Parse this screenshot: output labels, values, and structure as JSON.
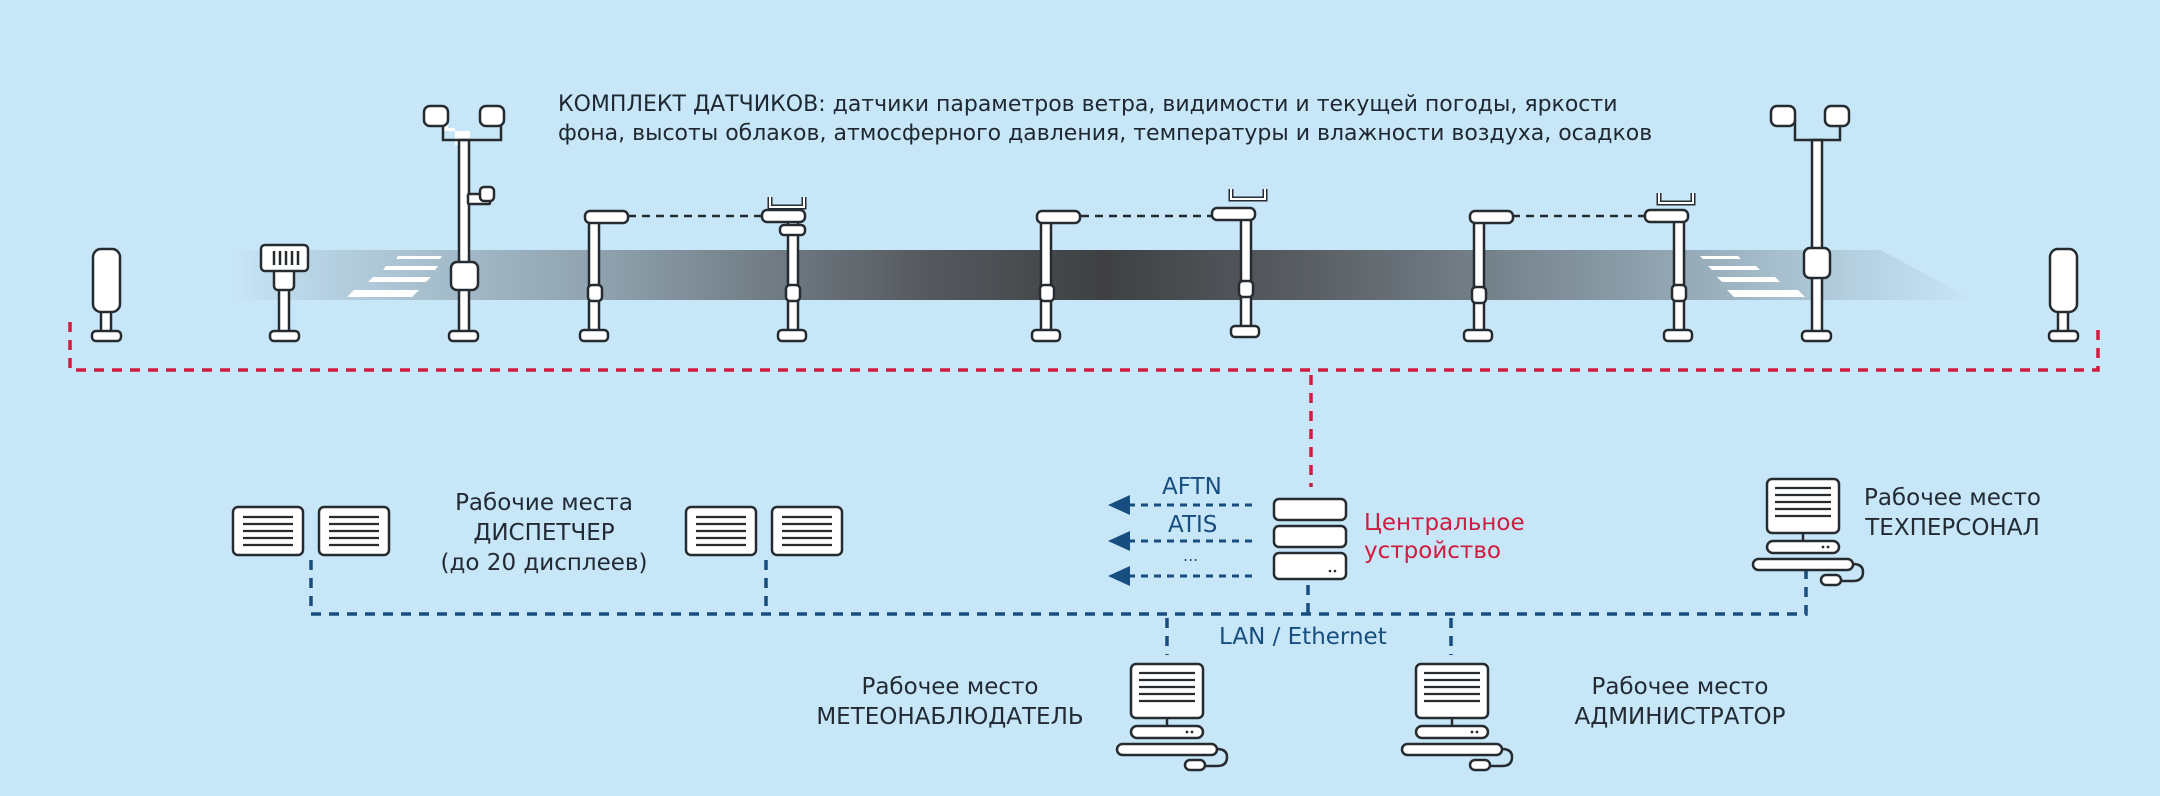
{
  "colors": {
    "background": "#c7e6f8",
    "sensor_link": "#d01b3f",
    "lan": "#174e7f",
    "outline": "#262b30",
    "text": "#222a33"
  },
  "header": {
    "title_lead": "КОМПЛЕКТ ДАТЧИКОВ:",
    "title_line1_rest": " датчики параметров ветра, видимости и текущей погоды, яркости",
    "title_line2": "фона, высоты облаков, атмосферного давления, температуры и влажности воздуха, осадков"
  },
  "sensors": [
    {
      "type": "precipitation-sensor-icon"
    },
    {
      "type": "pressure-sensor-icon"
    },
    {
      "type": "weather-mast-icon"
    },
    {
      "type": "visibility-transmitter-icon"
    },
    {
      "type": "visibility-receiver-icon"
    },
    {
      "type": "visibility-transmitter-icon"
    },
    {
      "type": "visibility-receiver-icon"
    },
    {
      "type": "visibility-transmitter-icon"
    },
    {
      "type": "visibility-receiver-icon"
    },
    {
      "type": "weather-mast-icon"
    },
    {
      "type": "precipitation-sensor-icon"
    }
  ],
  "central_unit": {
    "line1": "Центральное",
    "line2": "устройство",
    "outputs": [
      "AFTN",
      "ATIS",
      "..."
    ]
  },
  "network": {
    "label": "LAN / Ethernet"
  },
  "workstations": {
    "dispatcher": {
      "line1": "Рабочие места",
      "line2": "ДИСПЕТЧЕР",
      "line3": "(до 20 дисплеев)"
    },
    "tech": {
      "line1": "Рабочее место",
      "line2": "ТЕХПЕРСОНАЛ"
    },
    "meteo": {
      "line1": "Рабочее место",
      "line2": "МЕТЕОНАБЛЮДАТЕЛЬ"
    },
    "admin": {
      "line1": "Рабочее место",
      "line2": "АДМИНИСТРАТОР"
    }
  }
}
